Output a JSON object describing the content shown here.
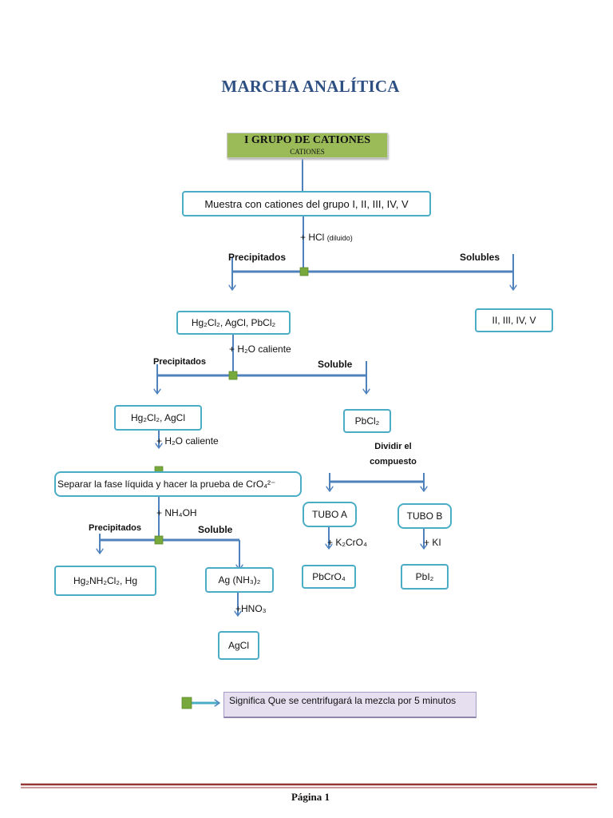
{
  "title": "MARCHA ANALÍTICA",
  "group_header": {
    "line1": "I GRUPO DE CATIONES",
    "line2": "CATIONES"
  },
  "nodes": {
    "muestra": "Muestra con cationes del grupo I, II, III, IV, V",
    "precip1": "Hg₂Cl₂, AgCl, PbCl₂",
    "sol1": "II, III, IV, V",
    "precip2": "Hg₂Cl₂, AgCl",
    "pbcl2": "PbCl₂",
    "separar": "Separar la fase líquida y hacer la prueba de CrO₄²⁻",
    "tubo_a": "TUBO A",
    "tubo_b": "TUBO B",
    "hg_final": "Hg₂NH₂Cl₂, Hg",
    "ag_nh3": "Ag (NH₃)₂",
    "pbcro4": "PbCrO₄",
    "pbi2": "PbI₂",
    "agcl": "AgCl"
  },
  "reagents": {
    "hcl": "+ HCl",
    "hcl_note": "(diluido)",
    "h2o_1": "+ H₂O caliente",
    "h2o_2": "+ H₂O caliente",
    "nh4oh": "+ NH₄OH",
    "k2cro4": "+ K₂CrO₄",
    "ki": "+ KI",
    "hno3": "+HNO₃"
  },
  "labels": {
    "precipitados_1": "Precipitados",
    "solubles_1": "Solubles",
    "precipitados_2": "Precipitados",
    "soluble_2": "Soluble",
    "dividir": "Dividir el compuesto",
    "precipitados_3": "Precipitados",
    "soluble_3": "Soluble"
  },
  "legend": {
    "text": "Significa Que se centrifugará la mezcla por 5 minutos"
  },
  "footer": {
    "page": "Página 1"
  },
  "colors": {
    "title": "#2e4f82",
    "header_fill": "#9bbb59",
    "box_border": "#4bacc6",
    "arrow": "#4f81bd",
    "centrifuge_marker": "#77a83c",
    "legend_fill": "#e5dff0",
    "footer_rule": "#943634"
  }
}
